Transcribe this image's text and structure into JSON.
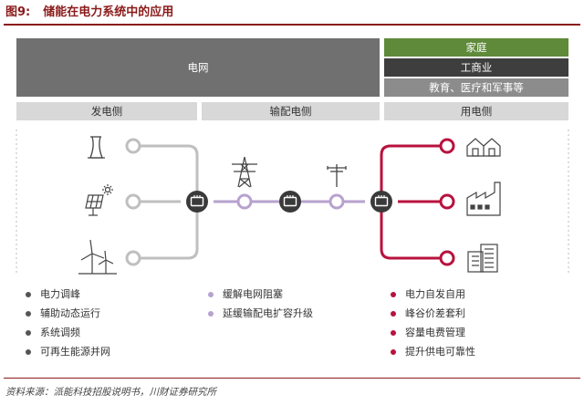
{
  "header": {
    "figure_number": "图9:",
    "title": "储能在电力系统中的应用"
  },
  "boxes": {
    "grid": "电网",
    "home": "家庭",
    "industry": "工商业",
    "public": "教育、医疗和军事等",
    "generation_side": "发电侧",
    "transmission_side": "输配电侧",
    "consumption_side": "用电侧"
  },
  "bullets": {
    "generation": [
      "电力调峰",
      "辅助动态运行",
      "系统调频",
      "可再生能源并网"
    ],
    "transmission": [
      "缓解电网阻塞",
      "延缓输配电扩容升级"
    ],
    "consumption": [
      "电力自发自用",
      "峰谷价差套利",
      "容量电费管理",
      "提升供电可靠性"
    ]
  },
  "colors": {
    "title_red": "#8B1A1A",
    "generation_line": "#BFBFBF",
    "transmission_line": "#B7A2CE",
    "consumption_line": "#B8123E",
    "home_green": "#5E8A3A",
    "industry_dark": "#3E3E3E",
    "grid_gray": "#707070"
  },
  "icons": [
    "cooling-tower-icon",
    "solar-panel-icon",
    "wind-turbine-icon",
    "transmission-tower-icon",
    "utility-pole-icon",
    "battery-storage-icon",
    "house-icon",
    "factory-icon",
    "office-building-icon"
  ],
  "footer": {
    "source": "资料来源：派能科技招股说明书，川财证券研究所"
  }
}
